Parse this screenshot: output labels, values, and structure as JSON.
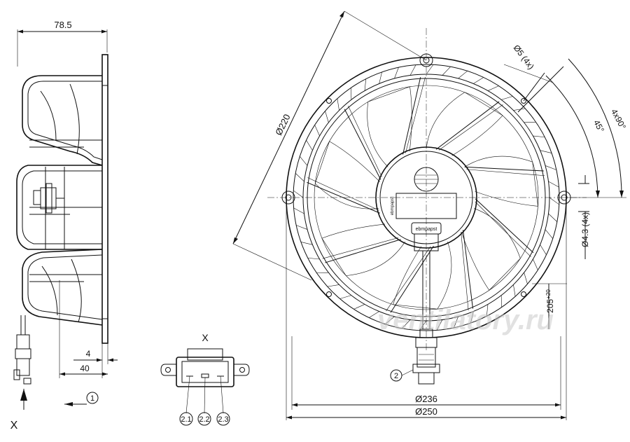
{
  "side_view": {
    "dim_depth": "78.5",
    "dim_flange": "4",
    "dim_offset": "40",
    "view_marker": "X",
    "callout": "1"
  },
  "connector_view": {
    "title": "X",
    "pin_1": "2.1",
    "pin_2": "2.2",
    "pin_3": "2.3"
  },
  "front_view": {
    "dim_diagonal": "Ø220",
    "dim_inner": "Ø236",
    "dim_outer": "Ø250",
    "dim_holes_large": "Ø5 (4x)",
    "dim_holes_small": "Ø4.3 (4x)",
    "angle_half": "45°",
    "angle_full": "4x90°",
    "cable_length": "205",
    "cable_tolerance": "+20",
    "callout": "2",
    "brand_label": "ebmpapst"
  },
  "watermark": "ventilatory.ru"
}
